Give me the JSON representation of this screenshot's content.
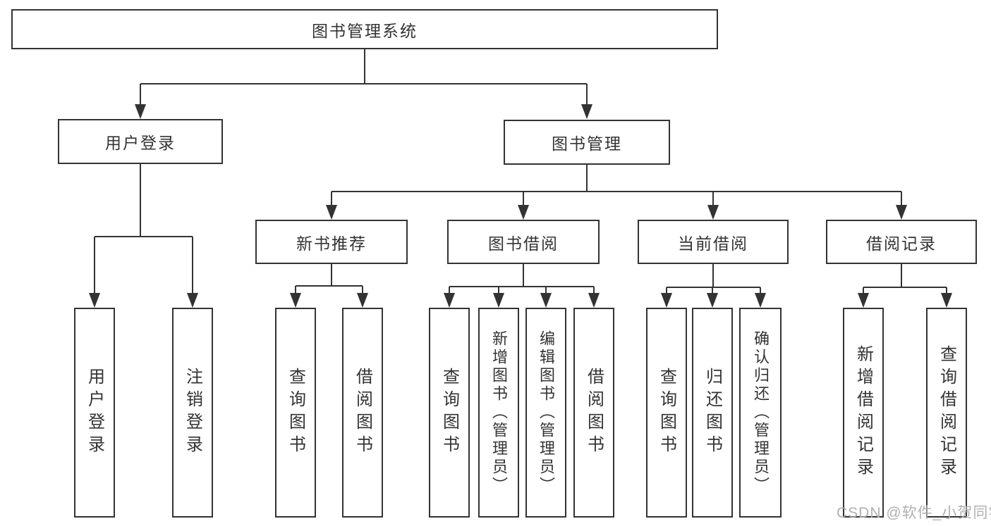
{
  "colors": {
    "line": "#333333",
    "box_border": "#333333",
    "text": "#333333",
    "watermark": "#acacac",
    "background": "#ffffff"
  },
  "tree": {
    "root": "图书管理系统",
    "branches": [
      {
        "label": "用户登录",
        "leaves": [
          "用户登录",
          "注销登录"
        ]
      },
      {
        "label": "图书管理",
        "groups": [
          {
            "label": "新书推荐",
            "leaves": [
              "查询图书",
              "借阅图书"
            ]
          },
          {
            "label": "图书借阅",
            "leaves": [
              "查询图书",
              "新增图书（管理员）",
              "编辑图书（管理员）",
              "借阅图书"
            ]
          },
          {
            "label": "当前借阅",
            "leaves": [
              "查询图书",
              "归还图书",
              "确认归还（管理员）"
            ]
          },
          {
            "label": "借阅记录",
            "leaves": [
              "新增借阅记录",
              "查询借阅记录"
            ]
          }
        ]
      }
    ]
  },
  "watermark": {
    "text": "CSDN @软件_小贺同学"
  }
}
